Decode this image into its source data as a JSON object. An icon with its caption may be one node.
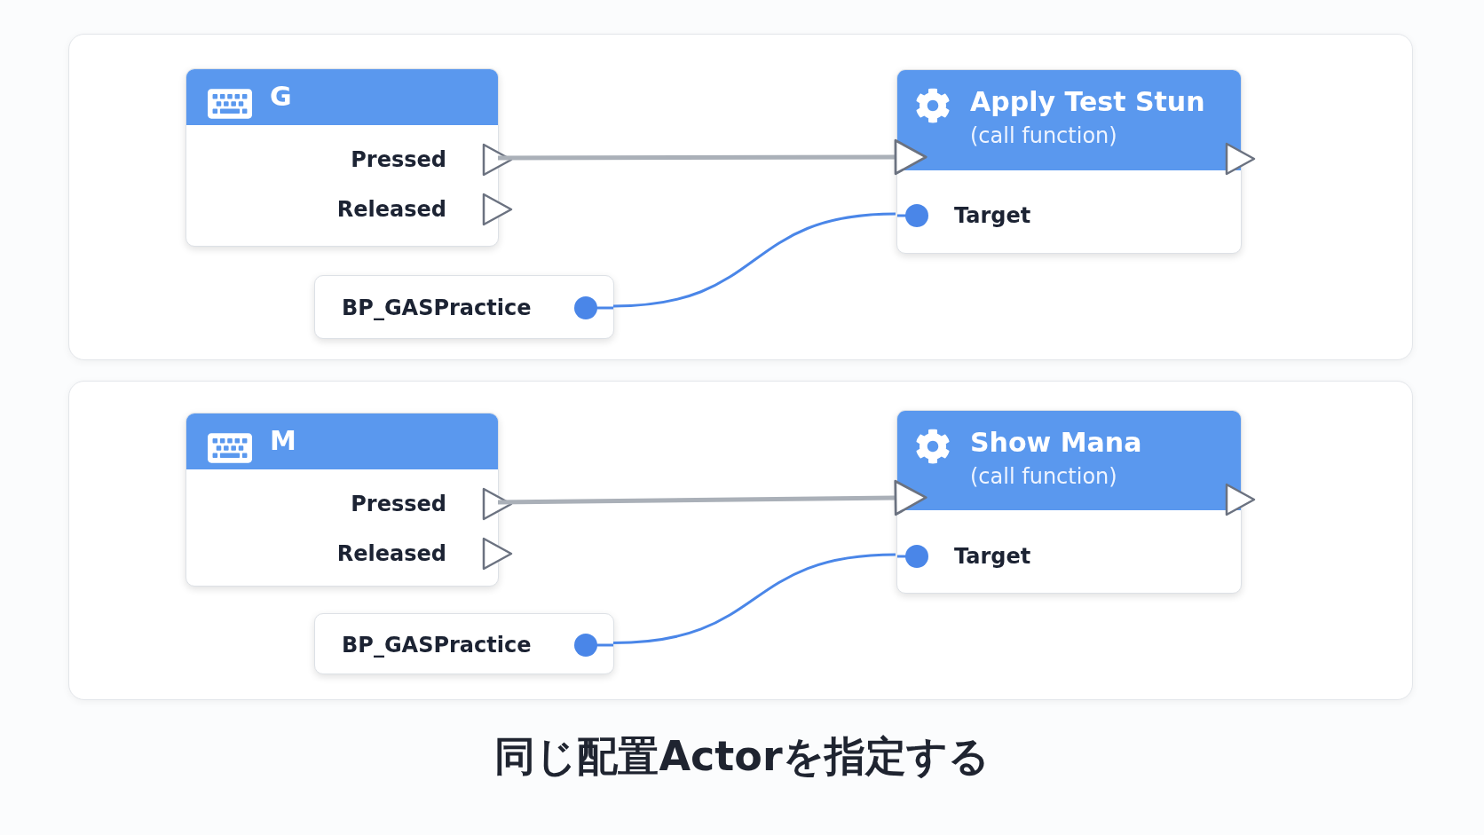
{
  "diagram": {
    "title": "同じ配置Actorを指定する",
    "nodes": [
      {
        "text": [],
        "shape": "box"
      },
      {
        "text": [
          "G",
          "Pressed",
          "Released"
        ],
        "in": 0
      },
      {
        "text": [
          "Apply Test Stun",
          "(call function)",
          "Target"
        ],
        "in": 0
      },
      {
        "text": [
          "BP_GASPractice"
        ],
        "in": 0
      },
      {
        "text": [],
        "shape": "box"
      },
      {
        "text": [
          "M",
          "Pressed",
          "Released"
        ],
        "in": 4
      },
      {
        "text": [
          "Show Mana",
          "(call function)",
          "Target"
        ],
        "in": 4
      },
      {
        "text": [
          "BP_GASPractice"
        ],
        "in": 4
      }
    ],
    "edges": [
      {
        "from": 1,
        "to": 2,
        "arrow": "to"
      },
      {
        "from": 3,
        "to": 2,
        "arrow": "none",
        "color": "#4a86e8"
      },
      {
        "from": 5,
        "to": 6,
        "arrow": "to"
      },
      {
        "from": 7,
        "to": 6,
        "arrow": "none",
        "color": "#4a86e8"
      }
    ]
  }
}
